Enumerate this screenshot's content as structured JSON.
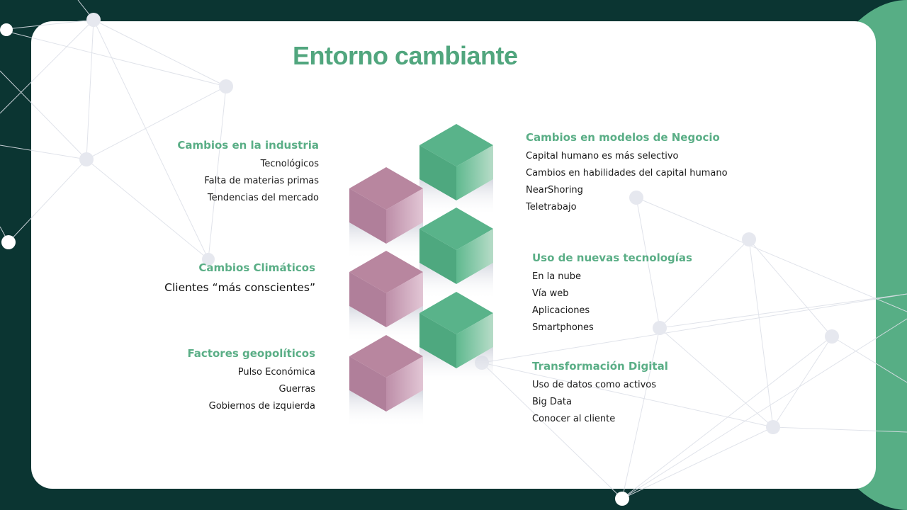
{
  "title": "Entorno cambiante",
  "left": [
    {
      "heading": "Cambios en la industria",
      "items": [
        "Tecnológicos",
        "Falta de materias primas",
        "Tendencias del mercado"
      ]
    },
    {
      "heading": "Cambios Climáticos",
      "items": [
        "Clientes “más conscientes”"
      ]
    },
    {
      "heading": "Factores geopolíticos",
      "items": [
        "Pulso Económica",
        "Guerras",
        "Gobiernos de izquierda"
      ]
    }
  ],
  "right": [
    {
      "heading": "Cambios en modelos de Negocio",
      "items": [
        "Capital humano es más selectivo",
        "Cambios en habilidades del capital humano",
        "NearShoring",
        "Teletrabajo"
      ]
    },
    {
      "heading": "Uso de nuevas tecnologías",
      "items": [
        "En la nube",
        "Vía web",
        "Aplicaciones",
        "Smartphones"
      ]
    },
    {
      "heading": "Transformación Digital",
      "items": [
        "Uso de datos como activos",
        "Big Data",
        "Conocer al cliente"
      ]
    }
  ],
  "colors": {
    "background": "#0b3532",
    "accent": "#57ae85",
    "cube_green": "#55b087",
    "cube_pink": "#b5839f"
  }
}
